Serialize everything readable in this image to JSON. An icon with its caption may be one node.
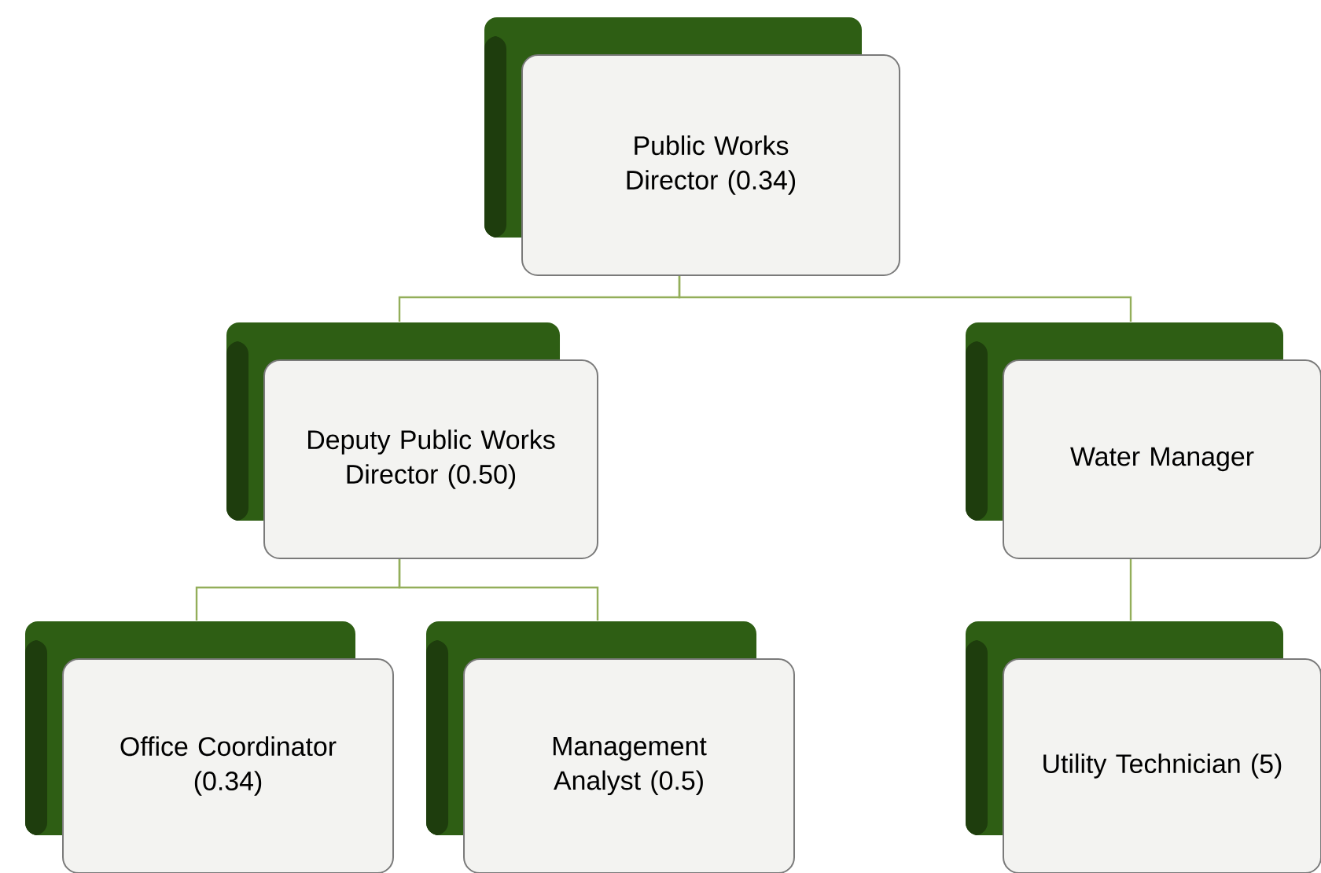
{
  "diagram": {
    "nodes": [
      {
        "text": [
          "Public Works Director (0.34)"
        ]
      },
      {
        "text": [
          "Deputy Public Works Director (0.50)"
        ]
      },
      {
        "text": [
          "Water Manager"
        ]
      },
      {
        "text": [
          "Office Coordinator (0.34)"
        ]
      },
      {
        "text": [
          "Management Analyst (0.5)"
        ]
      },
      {
        "text": [
          "Utility Technician (5)"
        ]
      }
    ],
    "edges": [
      {
        "from": 0,
        "to": 1,
        "arrow": "none"
      },
      {
        "from": 0,
        "to": 2,
        "arrow": "none"
      },
      {
        "from": 1,
        "to": 3,
        "arrow": "none"
      },
      {
        "from": 1,
        "to": 4,
        "arrow": "none"
      },
      {
        "from": 2,
        "to": 5,
        "arrow": "none"
      }
    ]
  }
}
